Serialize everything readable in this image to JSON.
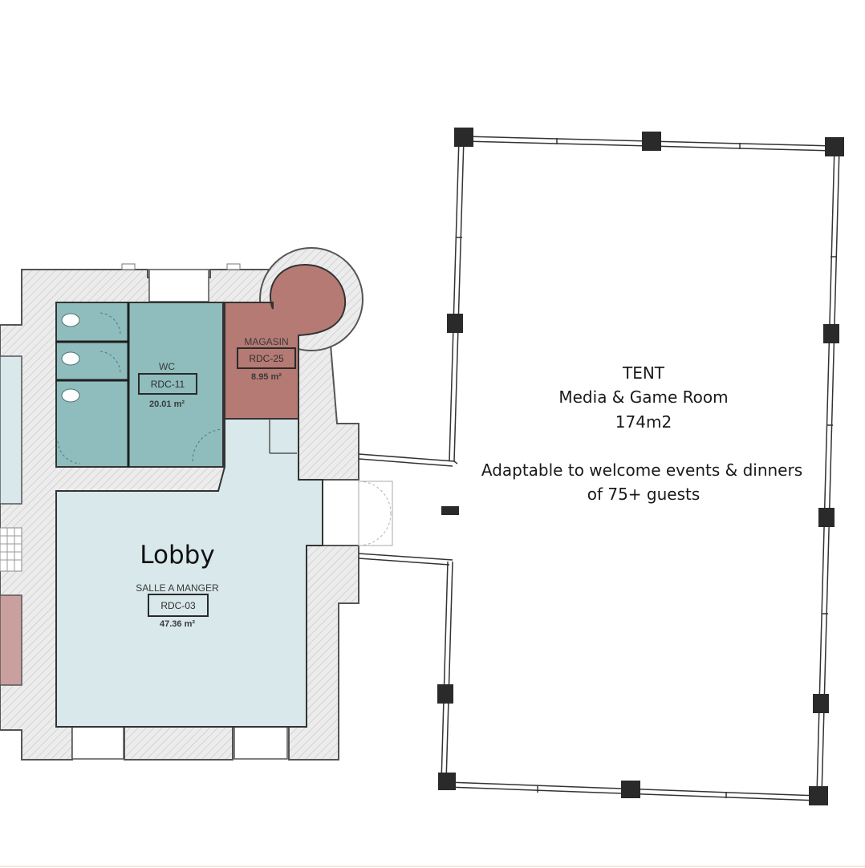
{
  "tent": {
    "title": "TENT",
    "subtitle": "Media & Game Room",
    "area": "174m2",
    "note_line1": "Adaptable to welcome events & dinners",
    "note_line2": "of 75+ guests"
  },
  "lobby": {
    "label": "Lobby"
  },
  "rooms": {
    "wc": {
      "name": "WC",
      "code": "RDC-11",
      "area": "20.01 m²"
    },
    "magasin": {
      "name": "MAGASIN",
      "code": "RDC-25",
      "area": "8.95 m²"
    },
    "salle": {
      "name": "SALLE A MANGER",
      "code": "RDC-03",
      "area": "47.36 m²"
    }
  },
  "colors": {
    "wall": "#e7e7e7",
    "wall_outline": "#555555",
    "wc_fill": "#8fbcbc",
    "magasin_fill": "#b57a74",
    "lobby_fill": "#d9e8ea",
    "tent_frame": "#333333",
    "post": "#2a2a2a"
  }
}
